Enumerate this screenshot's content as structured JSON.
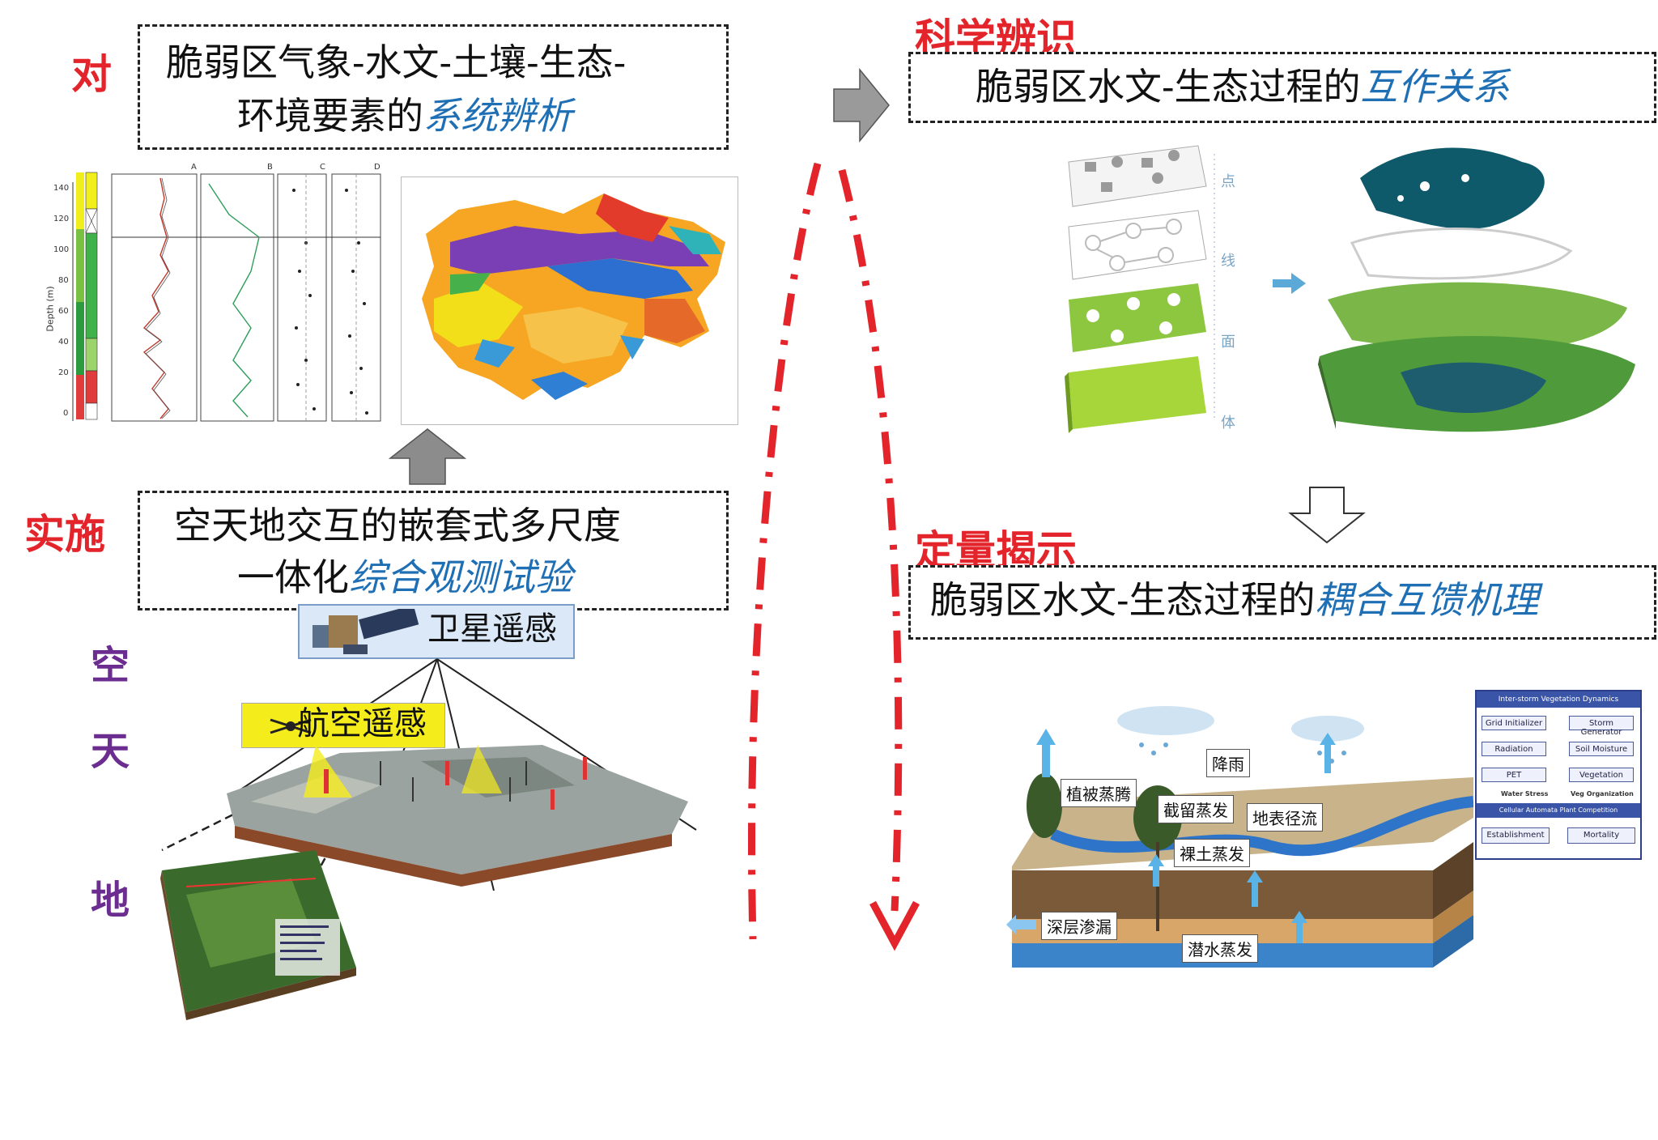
{
  "left": {
    "top_label": "对",
    "box1_line1": "脆弱区气象-水文-土壤-生态-",
    "box1_line2_plain": "环境要素的",
    "box1_line2_blue": "系统辨析",
    "mid_label": "实施",
    "box2_line1": "空天地交互的嵌套式多尺度",
    "box2_line2_plain": "一体化",
    "box2_line2_blue": "综合观测试验",
    "satellite_label": "卫星遥感",
    "aviation_label": "航空遥感",
    "side_labels": [
      "空",
      "天",
      "地"
    ]
  },
  "right": {
    "top_label": "科学辨识",
    "box1_plain": "脆弱区水文-生态过程的",
    "box1_blue": "互作关系",
    "layer_labels": [
      "点",
      "线",
      "面",
      "体"
    ],
    "mid_label": "定量揭示",
    "box2_plain": "脆弱区水文-生态过程的",
    "box2_blue": "耦合互馈机理",
    "process_labels": {
      "rain": "降雨",
      "transpiration": "植被蒸腾",
      "interception": "截留蒸发",
      "runoff": "地表径流",
      "soil_evap": "裸土蒸发",
      "deep_seep": "深层渗漏",
      "phreatic": "潜水蒸发"
    },
    "model": {
      "title_top": "Inter-storm Vegetation Dynamics",
      "grid": "Grid Initializer",
      "storm": "Storm Generator",
      "radiation": "Radiation",
      "soil": "Soil Moisture",
      "pet": "PET",
      "veg": "Vegetation",
      "water_stress": "Water Stress",
      "veg_org": "Veg Organization",
      "title_bottom": "Cellular Automata Plant Competition",
      "establishment": "Establishment",
      "mortality": "Mortality"
    }
  },
  "strat_chart": {
    "depth_axis": "Depth (m)",
    "depth_ticks": [
      "140",
      "120",
      "100",
      "80",
      "60",
      "40",
      "20",
      "0"
    ],
    "panel_letters": [
      "A",
      "B",
      "C",
      "D"
    ]
  },
  "colors": {
    "red": "#e3242b",
    "blue": "#1f6fb5",
    "purple": "#6b2d8f"
  }
}
